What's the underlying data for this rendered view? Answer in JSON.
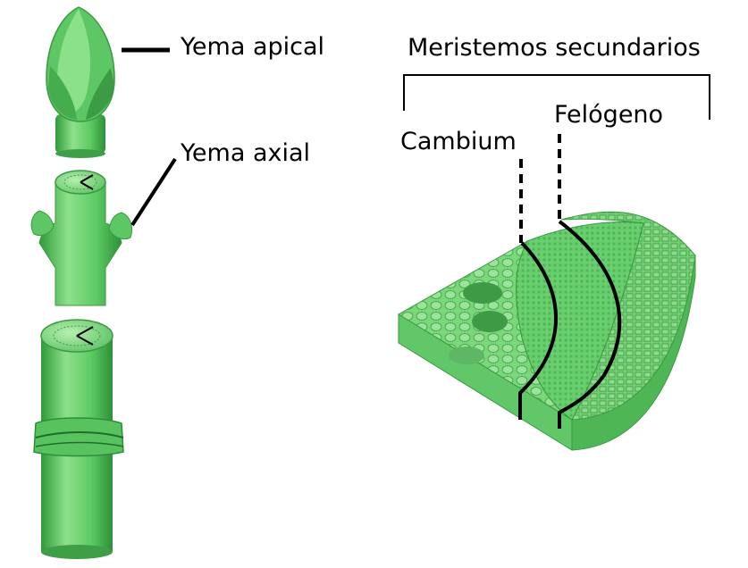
{
  "labels": {
    "apical_bud": "Yema apical",
    "axillary_bud": "Yema axial",
    "title": "Meristemos secundarios",
    "cambium": "Cambium",
    "phellogen": "Felógeno"
  },
  "colors": {
    "stem_light": "#8ee08a",
    "stem_mid": "#4fbf57",
    "stem_dark": "#2e8f38",
    "outline": "#000000",
    "background": "#ffffff"
  }
}
